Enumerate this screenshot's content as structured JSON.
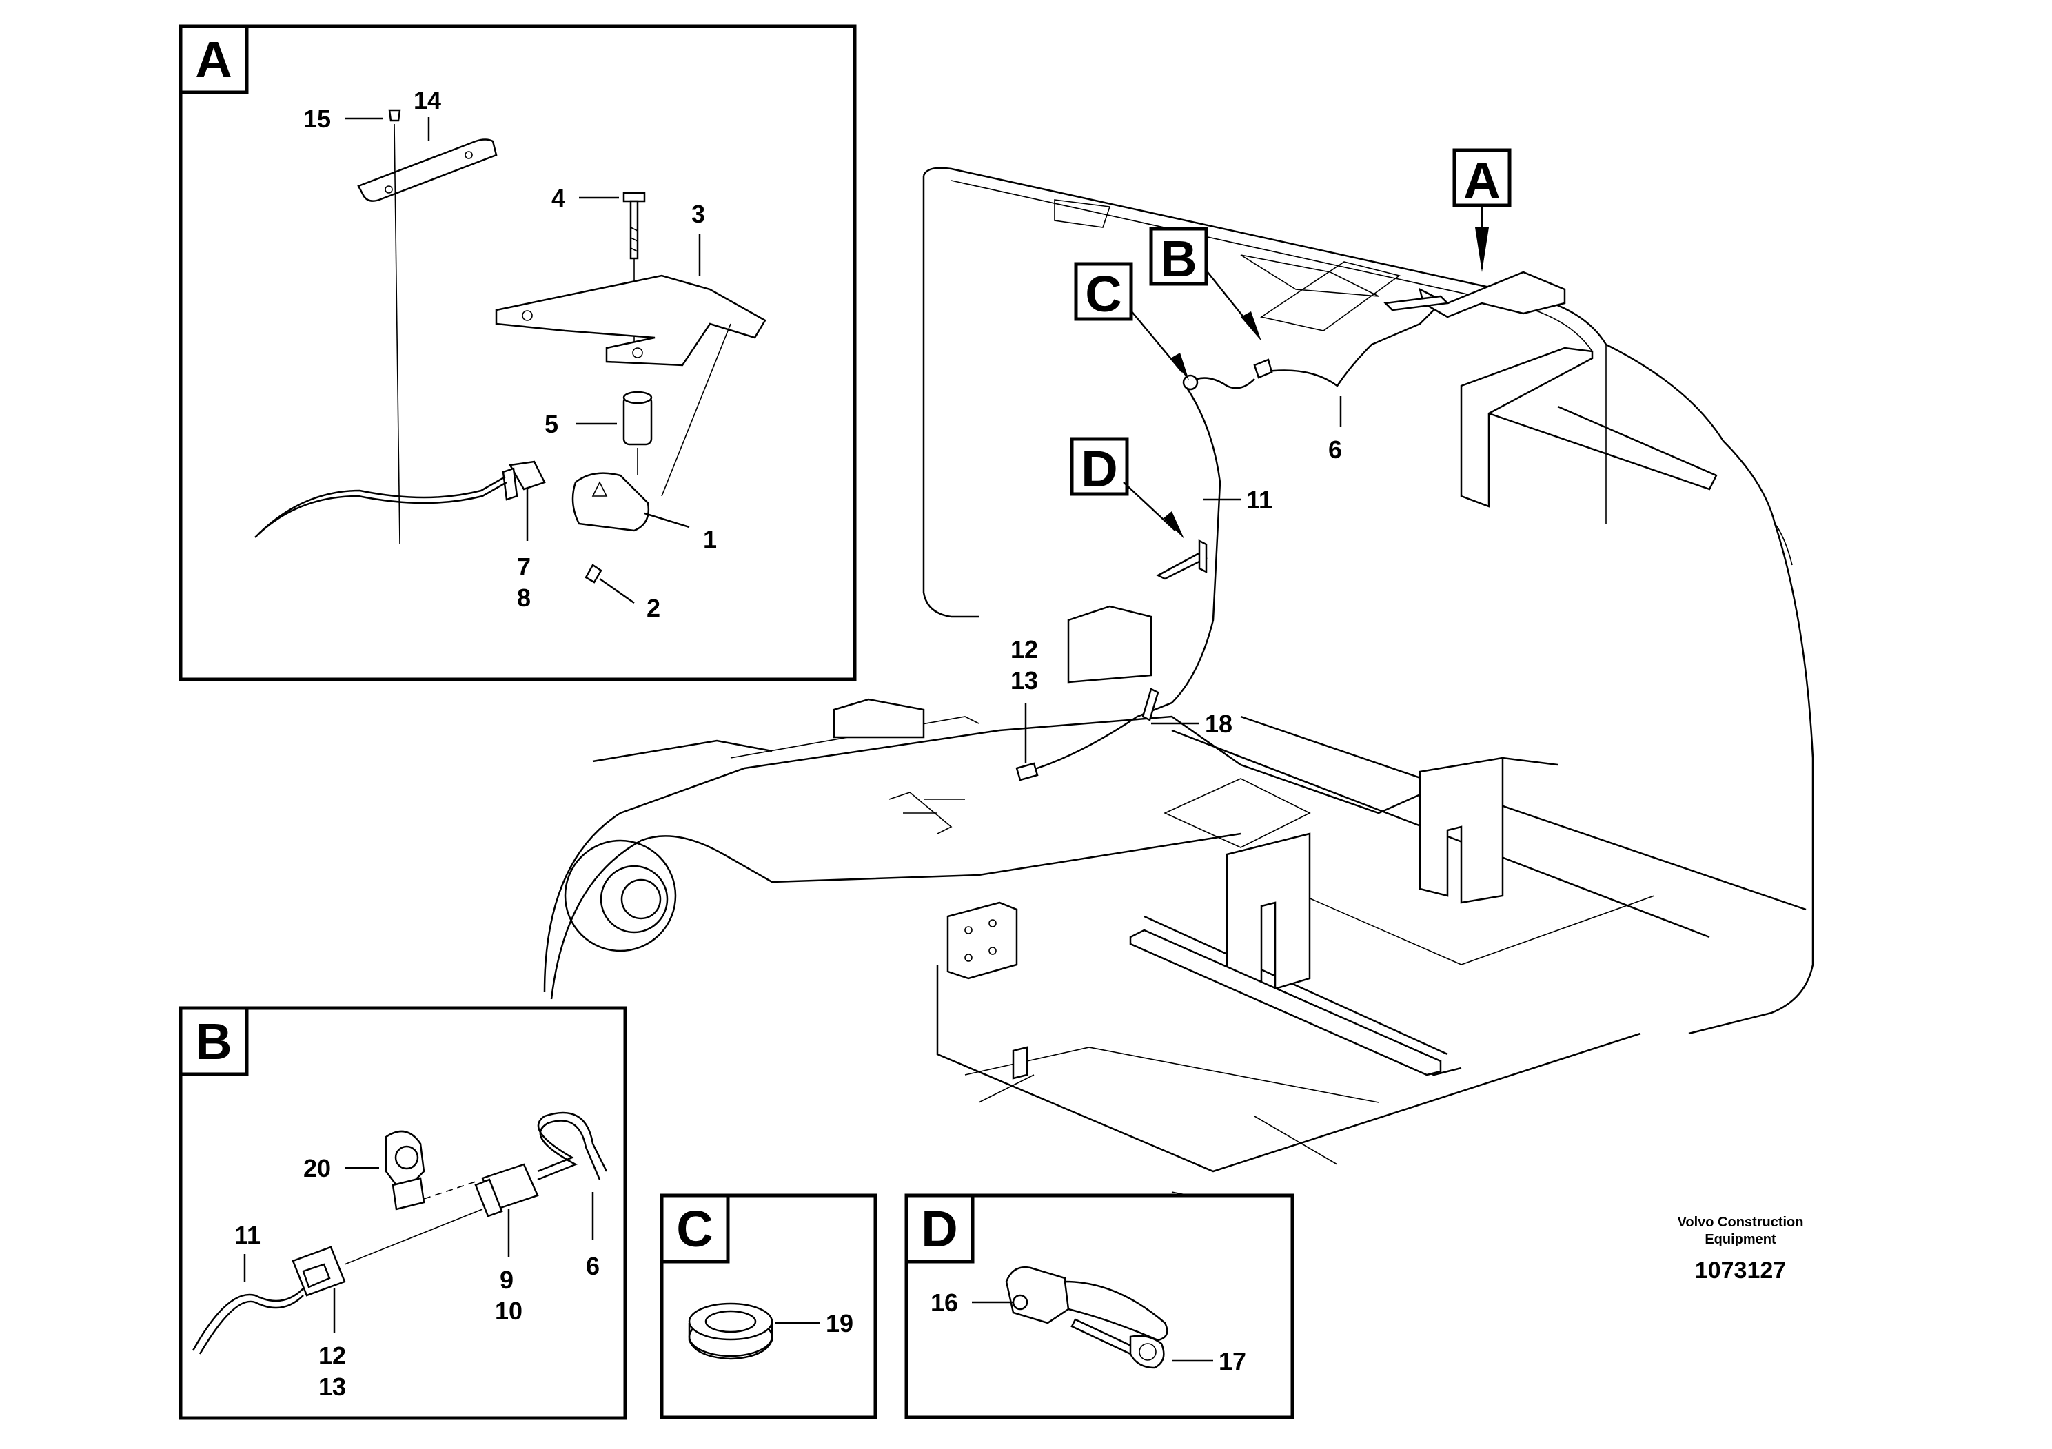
{
  "views": {
    "A": {
      "tag": "A",
      "callouts": [
        "1",
        "2",
        "3",
        "4",
        "5",
        "7",
        "8",
        "14",
        "15"
      ]
    },
    "B": {
      "tag": "B",
      "callouts": [
        "11",
        "20",
        "9",
        "10",
        "6",
        "12",
        "13"
      ]
    },
    "C": {
      "tag": "C",
      "callouts": [
        "19"
      ]
    },
    "D": {
      "tag": "D",
      "callouts": [
        "16",
        "17"
      ]
    }
  },
  "main": {
    "view_tags": [
      "A",
      "B",
      "C",
      "D"
    ],
    "callouts": [
      "11",
      "6",
      "12",
      "13",
      "18"
    ]
  },
  "footer": {
    "maker_line1": "Volvo Construction",
    "maker_line2": "Equipment",
    "doc_number": "1073127"
  }
}
